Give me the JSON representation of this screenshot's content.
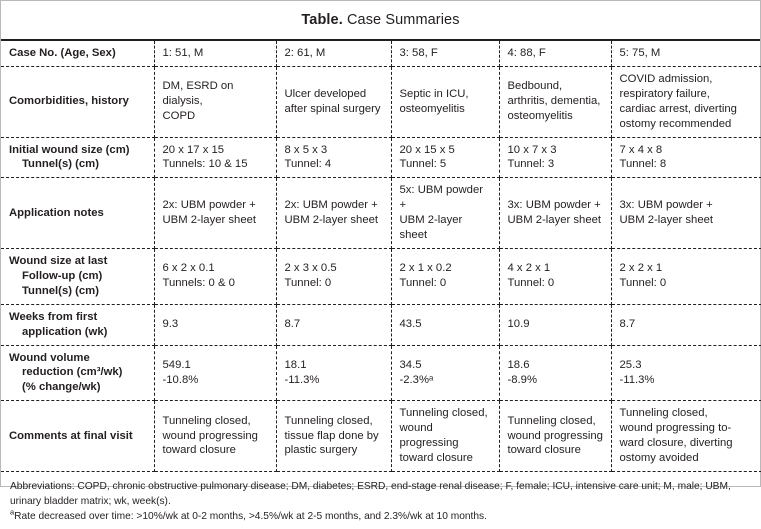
{
  "title": {
    "label": "Table.",
    "text": " Case Summaries"
  },
  "columns": [
    "",
    "1: 51, M",
    "2: 61, M",
    "3: 58, F",
    "4: 88, F",
    "5: 75, M"
  ],
  "rows": [
    {
      "label_lines": [
        "Case No. (Age, Sex)"
      ],
      "indent": [
        false
      ],
      "cells": [
        [
          "1: 51, M"
        ],
        [
          "2: 61, M"
        ],
        [
          "3: 58, F"
        ],
        [
          "4: 88, F"
        ],
        [
          "5: 75, M"
        ]
      ]
    },
    {
      "label_lines": [
        "Comorbidities, history"
      ],
      "indent": [
        false
      ],
      "cells": [
        [
          "DM, ESRD on dialysis,",
          "COPD"
        ],
        [
          "Ulcer developed",
          "after spinal surgery"
        ],
        [
          "Septic in ICU,",
          "osteomyelitis"
        ],
        [
          "Bedbound,",
          "arthritis, dementia,",
          "osteomyelitis"
        ],
        [
          "COVID admission,",
          "respiratory failure,",
          "cardiac arrest, diverting",
          "ostomy recommended"
        ]
      ]
    },
    {
      "label_lines": [
        "Initial wound size (cm)",
        "Tunnel(s) (cm)"
      ],
      "indent": [
        false,
        true
      ],
      "cells": [
        [
          "20 x 17 x 15",
          "Tunnels: 10 & 15"
        ],
        [
          "8 x 5 x 3",
          "Tunnel: 4"
        ],
        [
          "20 x 15 x 5",
          "Tunnel: 5"
        ],
        [
          "10 x 7 x 3",
          "Tunnel: 3"
        ],
        [
          "7 x 4 x 8",
          "Tunnel: 8"
        ]
      ]
    },
    {
      "label_lines": [
        "Application notes"
      ],
      "indent": [
        false
      ],
      "cells": [
        [
          "2x: UBM powder +",
          "UBM 2-layer sheet"
        ],
        [
          "2x: UBM powder +",
          "UBM 2-layer sheet"
        ],
        [
          "5x: UBM powder +",
          "UBM 2-layer sheet"
        ],
        [
          "3x: UBM powder +",
          "UBM 2-layer sheet"
        ],
        [
          "3x: UBM powder +",
          "UBM 2-layer sheet"
        ]
      ]
    },
    {
      "label_lines": [
        "Wound size at last",
        "Follow-up (cm)",
        "Tunnel(s) (cm)"
      ],
      "indent": [
        false,
        true,
        true
      ],
      "cells": [
        [
          "6 x 2 x 0.1",
          "Tunnels: 0 & 0"
        ],
        [
          "2 x 3 x 0.5",
          "Tunnel: 0"
        ],
        [
          "2 x 1 x 0.2",
          "Tunnel: 0"
        ],
        [
          "4 x 2 x 1",
          "Tunnel: 0"
        ],
        [
          "2 x 2 x 1",
          "Tunnel: 0"
        ]
      ]
    },
    {
      "label_lines": [
        "Weeks from first",
        "application (wk)"
      ],
      "indent": [
        false,
        true
      ],
      "cells": [
        [
          "9.3"
        ],
        [
          "8.7"
        ],
        [
          "43.5"
        ],
        [
          "10.9"
        ],
        [
          "8.7"
        ]
      ]
    },
    {
      "label_lines": [
        "Wound volume",
        "reduction (cm³/wk)",
        "(% change/wk)"
      ],
      "indent": [
        false,
        true,
        true
      ],
      "cells": [
        [
          "549.1",
          "-10.8%"
        ],
        [
          "18.1",
          "-11.3%"
        ],
        [
          "34.5",
          "-2.3%ᵃ"
        ],
        [
          "18.6",
          "-8.9%"
        ],
        [
          "25.3",
          "-11.3%"
        ]
      ]
    },
    {
      "label_lines": [
        "Comments at final visit"
      ],
      "indent": [
        false
      ],
      "cells": [
        [
          "Tunneling closed,",
          "wound progressing",
          "toward closure"
        ],
        [
          "Tunneling closed,",
          "tissue flap done by",
          "plastic surgery"
        ],
        [
          "Tunneling closed,",
          "wound progressing",
          "toward closure"
        ],
        [
          "Tunneling closed,",
          "wound progressing",
          "toward closure"
        ],
        [
          "Tunneling closed,",
          "wound progressing to-",
          "ward closure, diverting",
          "ostomy avoided"
        ]
      ]
    }
  ],
  "footnotes": {
    "abbreviations": "Abbreviations: COPD, chronic obstructive pulmonary disease; DM, diabetes; ESRD, end-stage renal disease; F, female; ICU, intensive care unit; M, male; UBM, urinary bladder matrix; wk, week(s).",
    "note_a_mark": "a",
    "note_a": "Rate decreased over time: >10%/wk at 0-2 months, >4.5%/wk at 2-5 months, and 2.3%/wk at 10 months."
  },
  "colors": {
    "text": "#231f20",
    "rule": "#231f20",
    "page_border": "#b9b9b9",
    "background": "#ffffff"
  }
}
